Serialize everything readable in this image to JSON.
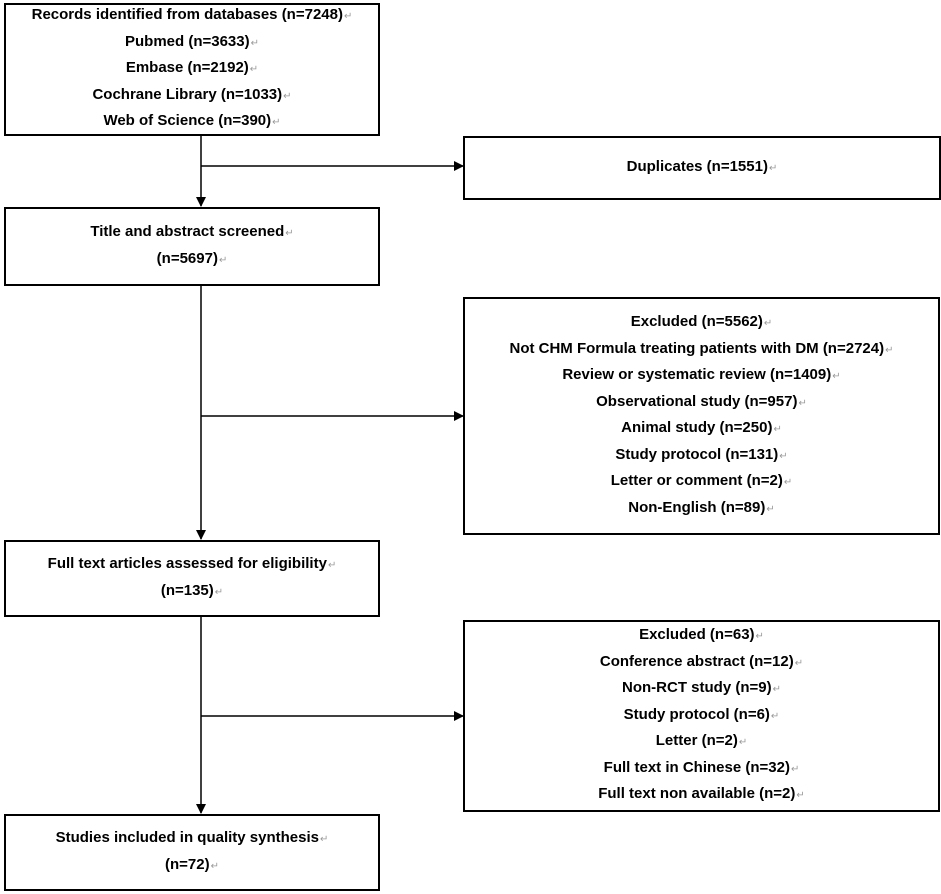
{
  "nodes": {
    "identified": {
      "lines": [
        "Records identified from databases (n=7248)",
        "Pubmed (n=3633)",
        "Embase (n=2192)",
        "Cochrane Library (n=1033)",
        "Web of Science (n=390)"
      ]
    },
    "duplicates": {
      "lines": [
        "Duplicates (n=1551)"
      ]
    },
    "screened": {
      "lines": [
        "Title and abstract screened",
        "(n=5697)"
      ]
    },
    "excluded1": {
      "lines": [
        "Excluded (n=5562)",
        "Not CHM Formula treating patients with DM (n=2724)",
        "Review or systematic review (n=1409)",
        "Observational study (n=957)",
        "Animal study (n=250)",
        "Study protocol (n=131)",
        "Letter or comment (n=2)",
        "Non-English (n=89)"
      ]
    },
    "fulltext": {
      "lines": [
        "Full text articles assessed for eligibility",
        "(n=135)"
      ]
    },
    "excluded2": {
      "lines": [
        "Excluded (n=63)",
        "Conference abstract (n=12)",
        "Non-RCT study (n=9)",
        "Study protocol (n=6)",
        "Letter (n=2)",
        "Full text in Chinese (n=32)",
        "Full text non available (n=2)"
      ]
    },
    "included": {
      "lines": [
        "Studies included in quality synthesis",
        "(n=72)"
      ]
    }
  }
}
